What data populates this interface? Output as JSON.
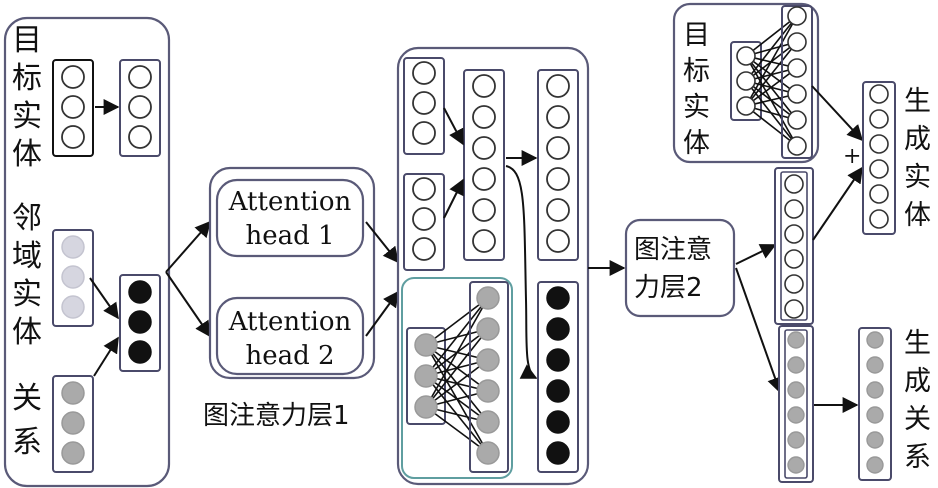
{
  "labels": {
    "target_entity": [
      "目",
      "标",
      "实",
      "体"
    ],
    "neighbor_entity": [
      "邻",
      "域",
      "实",
      "体"
    ],
    "relation": [
      "关",
      "系"
    ],
    "attention_head_1": [
      "Attention",
      "head 1"
    ],
    "attention_head_2": [
      "Attention",
      "head 2"
    ],
    "gat_layer_1": "图注意力层1",
    "gat_layer_2": [
      "图注意",
      "力层2"
    ],
    "target_entity_right": [
      "目",
      "标",
      "实",
      "体"
    ],
    "plus_sign": "+",
    "generated_entity": [
      "生",
      "成",
      "实",
      "体"
    ],
    "generated_relation": [
      "生",
      "成",
      "关",
      "系"
    ]
  },
  "colors": {
    "frame": "#5a5a78",
    "teal_frame": "#5f9ea0",
    "node_white": "#ffffff",
    "node_lightgray": "#d6d6e0",
    "node_gray": "#aaaaaa",
    "node_black": "#111111"
  }
}
